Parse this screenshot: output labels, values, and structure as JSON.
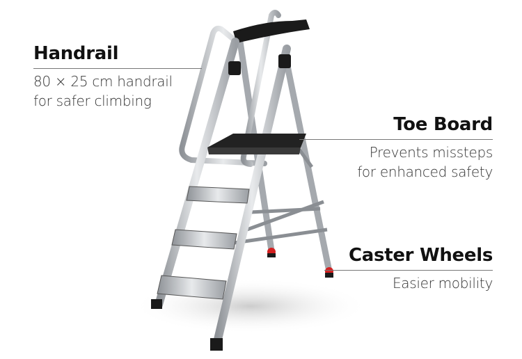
{
  "callouts": {
    "handrail": {
      "title": "Handrail",
      "lines": [
        "80 × 25 cm handrail",
        "for safer climbing"
      ]
    },
    "toe_board": {
      "title": "Toe Board",
      "lines": [
        "Prevents missteps",
        "for enhanced safety"
      ]
    },
    "caster_wheels": {
      "title": "Caster Wheels",
      "lines": [
        "Easier mobility"
      ]
    }
  },
  "colors": {
    "aluminum": "#c9ccd0",
    "black_parts": "#1a1a1a",
    "caster_red": "#d42020"
  }
}
